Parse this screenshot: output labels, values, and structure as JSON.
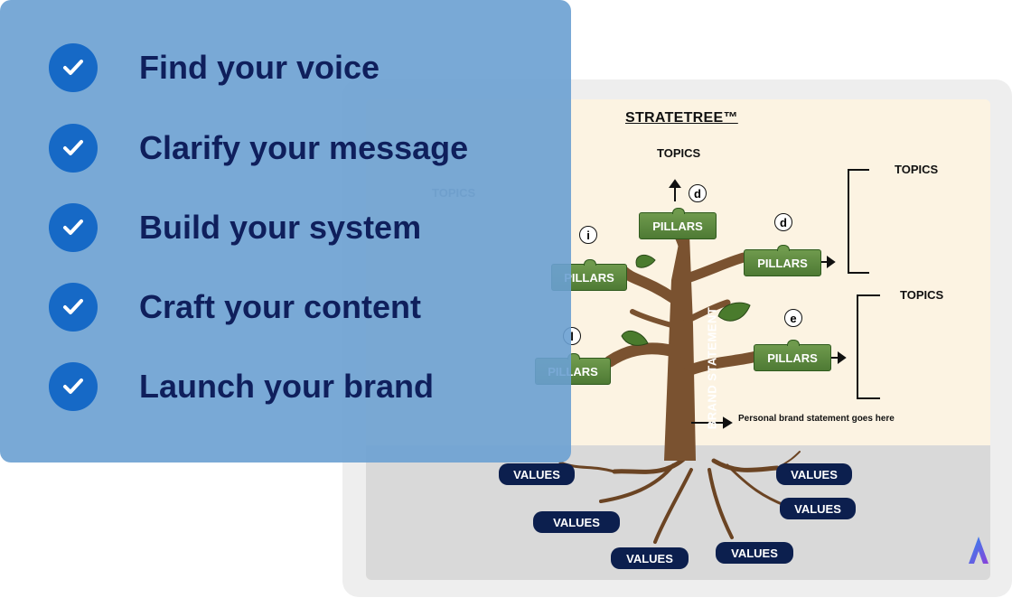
{
  "overlay": {
    "items": [
      {
        "label": "Find your voice"
      },
      {
        "label": "Clarify your message"
      },
      {
        "label": "Build your system"
      },
      {
        "label": "Craft your content"
      },
      {
        "label": "Launch your brand"
      }
    ],
    "icon": "checkmark-icon",
    "colors": {
      "panel": "#6aa0d2",
      "check": "#1669c6",
      "text": "#0f1f5c"
    }
  },
  "diagram": {
    "title": "STRATETREE™",
    "topics_label": "TOPICS",
    "pillars_label": "PILLARS",
    "values_label": "VALUES",
    "trunk_label": "BRAND STATEMENT",
    "statement_note": "Personal brand statement goes here",
    "markers": [
      "d",
      "d",
      "e",
      "i",
      "l"
    ],
    "colors": {
      "background": "#fcf3e2",
      "ground": "#d9d9d9",
      "pillar": "#5a8a3c",
      "value": "#0c1f4e",
      "trunk": "#7a5230"
    }
  }
}
